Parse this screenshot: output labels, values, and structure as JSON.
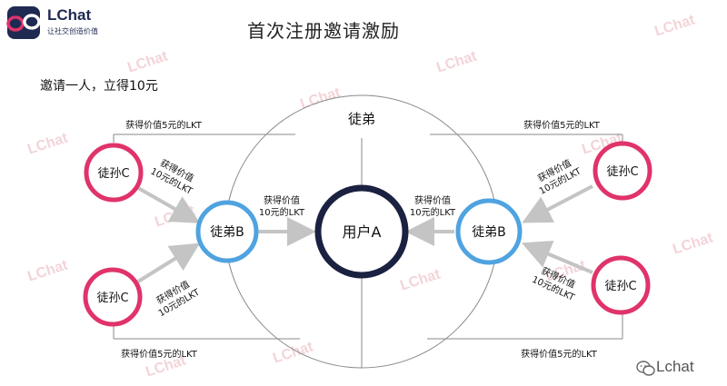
{
  "logo": {
    "name": "LChat",
    "slogan": "让社交创造价值"
  },
  "title": "首次注册邀请激励",
  "subtitle": "邀请一人，立得10元",
  "watermark": "LChat",
  "circle_label": "徒弟",
  "nodes": {
    "center": "用户A",
    "disciple_left": "徒弟B",
    "disciple_right": "徒弟B",
    "grandchild_top_left": "徒孙C",
    "grandchild_bottom_left": "徒孙C",
    "grandchild_top_right": "徒孙C",
    "grandchild_bottom_right": "徒孙C"
  },
  "labels": {
    "top_left": "获得价值5元的LKT",
    "top_right": "获得价值5元的LKT",
    "bottom_left": "获得价值5元的LKT",
    "bottom_right": "获得价值5元的LKT",
    "arrow_left_l1": "获得价值",
    "arrow_left_l2": "10元的LKT",
    "arrow_right_l1": "获得价值",
    "arrow_right_l2": "10元的LKT",
    "gc_tl_l1": "获得价值",
    "gc_tl_l2": "10元的LKT",
    "gc_bl_l1": "获得价值",
    "gc_bl_l2": "10元的LKT",
    "gc_tr_l1": "获得价值",
    "gc_tr_l2": "10元的LKT",
    "gc_br_l1": "获得价值",
    "gc_br_l2": "10元的LKT"
  },
  "wechat": {
    "name": "Lchat"
  },
  "colors": {
    "center_ring": "#1b2140",
    "disciple_ring": "#4fa3e0",
    "grandchild_ring": "#e0336a",
    "arrow": "#c4c4c4",
    "lines": "#8a8a8a"
  }
}
